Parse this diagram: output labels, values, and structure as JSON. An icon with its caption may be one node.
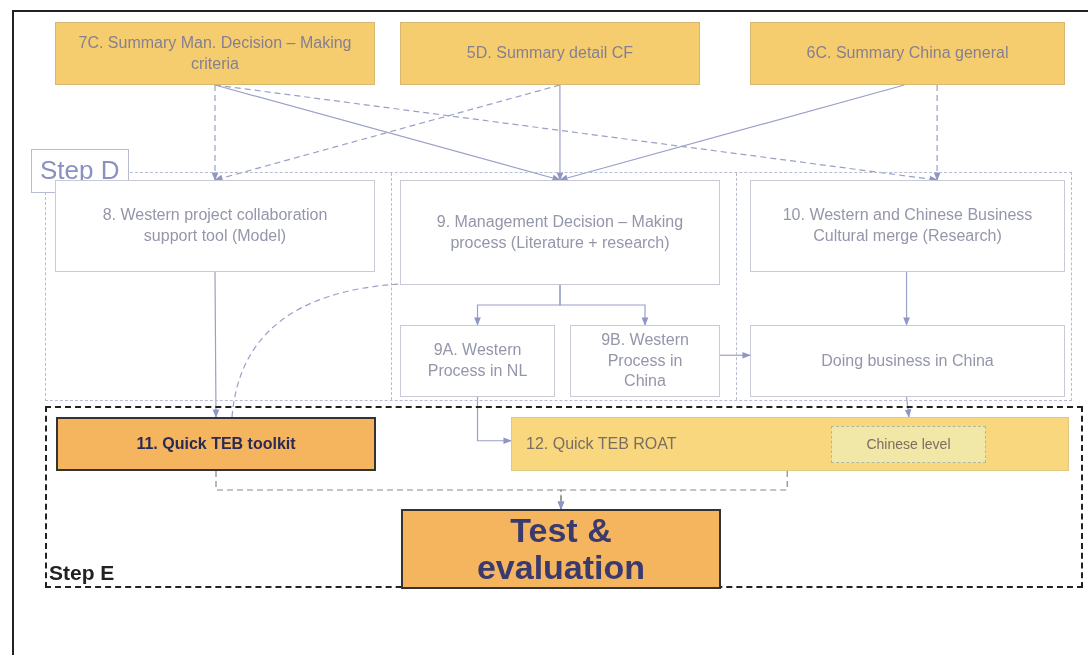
{
  "diagram": {
    "nodes": [
      {
        "text": [
          "7C. Summary Man. Decision – Making criteria"
        ]
      },
      {
        "text": [
          "5D. Summary detail CF"
        ]
      },
      {
        "text": [
          "6C. Summary China general"
        ]
      },
      {
        "text": [
          "Step D"
        ]
      },
      {
        "text": [
          "8. Western project collaboration support tool (Model)"
        ],
        "in": 3
      },
      {
        "text": [
          "9. Management Decision – Making process (Literature + research)"
        ],
        "in": 3
      },
      {
        "text": [
          "10. Western and Chinese Business Cultural merge (Research)"
        ],
        "in": 3
      },
      {
        "text": [
          "9A. Western Process in NL"
        ],
        "in": 3
      },
      {
        "text": [
          "9B. Western Process in China"
        ],
        "in": 3
      },
      {
        "text": [
          "Doing business in China"
        ],
        "in": 3
      },
      {
        "text": [
          "Step E"
        ]
      },
      {
        "text": [
          "11. Quick TEB toolkit"
        ],
        "in": 10
      },
      {
        "text": [
          "12. Quick TEB ROAT"
        ],
        "in": 10
      },
      {
        "text": [
          "Chinese level"
        ],
        "in": 12
      },
      {
        "text": [
          "Test & evaluation"
        ],
        "in": 10
      }
    ],
    "edges": [
      {
        "from": 0,
        "to": 4,
        "arrow": "to",
        "style": "dashed"
      },
      {
        "from": 0,
        "to": 5,
        "arrow": "to"
      },
      {
        "from": 0,
        "to": 6,
        "arrow": "to",
        "style": "dashed"
      },
      {
        "from": 1,
        "to": 4,
        "arrow": "to",
        "style": "dashed"
      },
      {
        "from": 1,
        "to": 5,
        "arrow": "to"
      },
      {
        "from": 2,
        "to": 5,
        "arrow": "to"
      },
      {
        "from": 2,
        "to": 6,
        "arrow": "to",
        "style": "dashed"
      },
      {
        "from": 4,
        "to": 11,
        "arrow": "to"
      },
      {
        "from": 11,
        "to": 5,
        "arrow": "none",
        "style": "dashed"
      },
      {
        "from": 5,
        "to": 7,
        "arrow": "to"
      },
      {
        "from": 5,
        "to": 8,
        "arrow": "to"
      },
      {
        "from": 8,
        "to": 9,
        "arrow": "to"
      },
      {
        "from": 6,
        "to": 9,
        "arrow": "to"
      },
      {
        "from": 7,
        "to": 12,
        "arrow": "to"
      },
      {
        "from": 9,
        "to": 12,
        "arrow": "to"
      },
      {
        "from": 11,
        "to": 14,
        "arrow": "to",
        "style": "dashed"
      },
      {
        "from": 12,
        "to": 14,
        "arrow": "to",
        "style": "dashed"
      }
    ]
  }
}
